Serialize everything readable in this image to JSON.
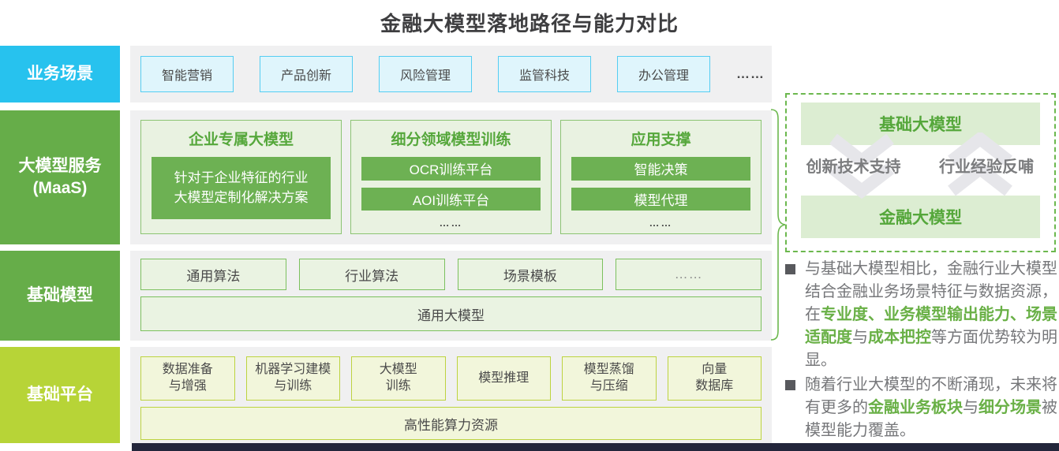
{
  "title": "金融大模型落地路径与能力对比",
  "rows": {
    "business": {
      "label": "业务场景",
      "items": [
        "智能营销",
        "产品创新",
        "风险管理",
        "监管科技",
        "办公管理"
      ],
      "more": "……"
    },
    "maas": {
      "label": "大模型服务",
      "label2": "(MaaS)",
      "groups": [
        {
          "title": "企业专属大模型",
          "solo": "针对于企业特征的行业\n大模型定制化解决方案"
        },
        {
          "title": "细分领域模型训练",
          "items": [
            "OCR训练平台",
            "AOI训练平台"
          ],
          "more": "……"
        },
        {
          "title": "应用支撑",
          "items": [
            "智能决策",
            "模型代理"
          ],
          "more": "……"
        }
      ]
    },
    "foundation": {
      "label": "基础模型",
      "items": [
        "通用算法",
        "行业算法",
        "场景模板",
        "……"
      ],
      "bar": "通用大模型"
    },
    "platform": {
      "label": "基础平台",
      "items": [
        "数据准备\n与增强",
        "机器学习建模\n与训练",
        "大模型\n训练",
        "模型推理",
        "模型蒸馏\n与压缩",
        "向量\n数据库"
      ],
      "bar": "高性能算力资源"
    }
  },
  "panel": {
    "top_box": "基础大模型",
    "bottom_box": "金融大模型",
    "left_arrow_label": "创新技术支持",
    "right_arrow_label": "行业经验反哺"
  },
  "notes": [
    {
      "segments": [
        {
          "t": "与基础大模型相比，金融行业大模型结合金融业务场景特征与数据资源，在",
          "h": false
        },
        {
          "t": "专业度、业务模型输出能力、场景适配度",
          "h": true
        },
        {
          "t": "与",
          "h": false
        },
        {
          "t": "成本把控",
          "h": true
        },
        {
          "t": "等方面优势较为明显。",
          "h": false
        }
      ]
    },
    {
      "segments": [
        {
          "t": "随着行业大模型的不断涌现，未来将有更多的",
          "h": false
        },
        {
          "t": "金融业务板块",
          "h": true
        },
        {
          "t": "与",
          "h": false
        },
        {
          "t": "细分场景",
          "h": true
        },
        {
          "t": "被模型能力覆盖。",
          "h": false
        }
      ]
    }
  ],
  "colors": {
    "accent_cyan": "#27c2ee",
    "accent_green": "#66ad49",
    "accent_lime": "#b7d437",
    "solid_green": "#6db153",
    "highlight_green": "#69b046",
    "footer_navy": "#23263b"
  }
}
